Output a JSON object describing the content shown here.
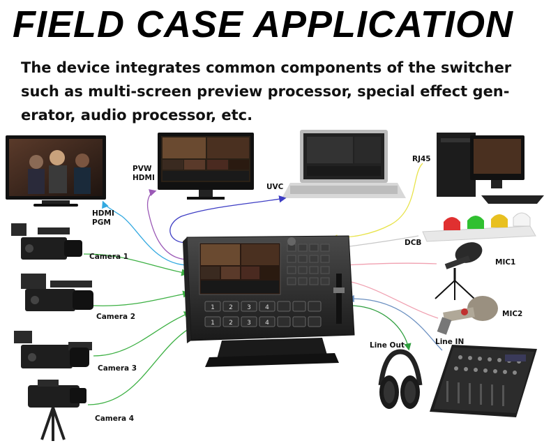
{
  "title": "FIELD CASE APPLICATION",
  "description": "The device integrates common components of the switcher such as multi-screen preview processor, special effect gen-erator, audio processor, etc.",
  "labels": {
    "hdmi_pgm_line1": "HDMI",
    "hdmi_pgm_line2": "PGM",
    "pvw_hdmi_line1": "PVW",
    "pvw_hdmi_line2": "HDMI",
    "uvc": "UVC",
    "rj45": "RJ45",
    "dcb": "DCB",
    "mic1": "MIC1",
    "mic2": "MIC2",
    "line_in": "Line IN",
    "line_out": "Line Out",
    "camera1": "Camera 1",
    "camera2": "Camera 2",
    "camera3": "Camera 3",
    "camera4": "Camera 4"
  },
  "switcher_buttons": {
    "row1": [
      "1",
      "2",
      "3",
      "4"
    ],
    "row2": [
      "1",
      "2",
      "3",
      "4"
    ]
  },
  "colors": {
    "hdmi_pgm": "#33a9e0",
    "pvw_hdmi": "#9b59b6",
    "uvc": "#3d3dc4",
    "rj45": "#e8e34a",
    "dcb": "#c8c8c8",
    "mic": "#f0a0b0",
    "line_in": "#6a8fc0",
    "line_out": "#2e9e3e",
    "camera": "#3cb043"
  }
}
